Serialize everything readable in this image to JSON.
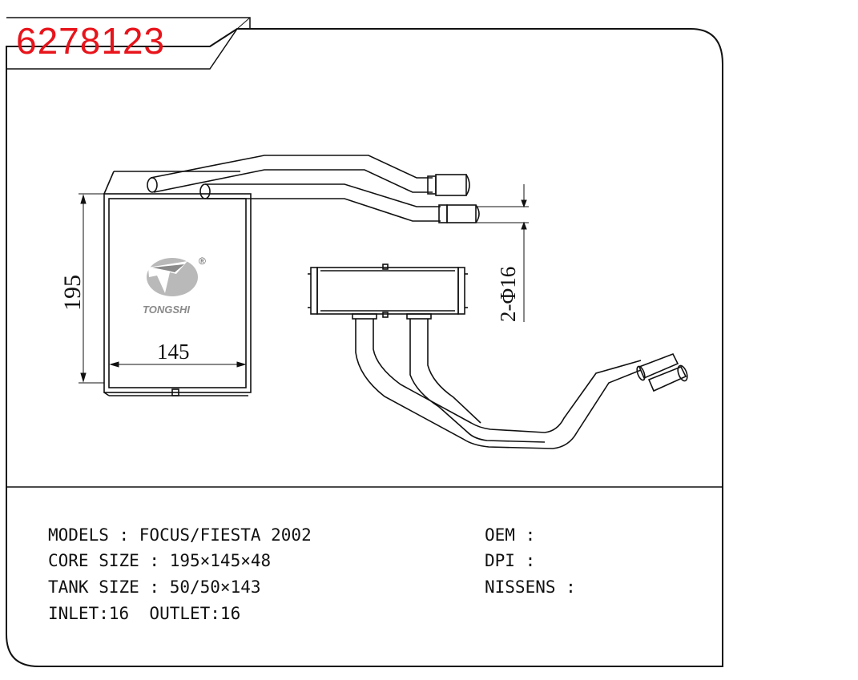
{
  "part_number": "6278123",
  "logo": {
    "text": "TONGSHI",
    "registered": "®"
  },
  "dimensions": {
    "height": "195",
    "width": "145",
    "pipe": "2-Φ16"
  },
  "specs": {
    "models": "MODELS : FOCUS/FIESTA 2002",
    "core_size": "CORE SIZE : 195×145×48",
    "tank_size": "TANK SIZE : 50/50×143",
    "inlet_outlet": "INLET:16  OUTLET:16",
    "oem": "OEM :",
    "dpi": "DPI :",
    "nissens": "NISSENS :"
  },
  "colors": {
    "part_number": "#e8141b",
    "line": "#111111"
  }
}
